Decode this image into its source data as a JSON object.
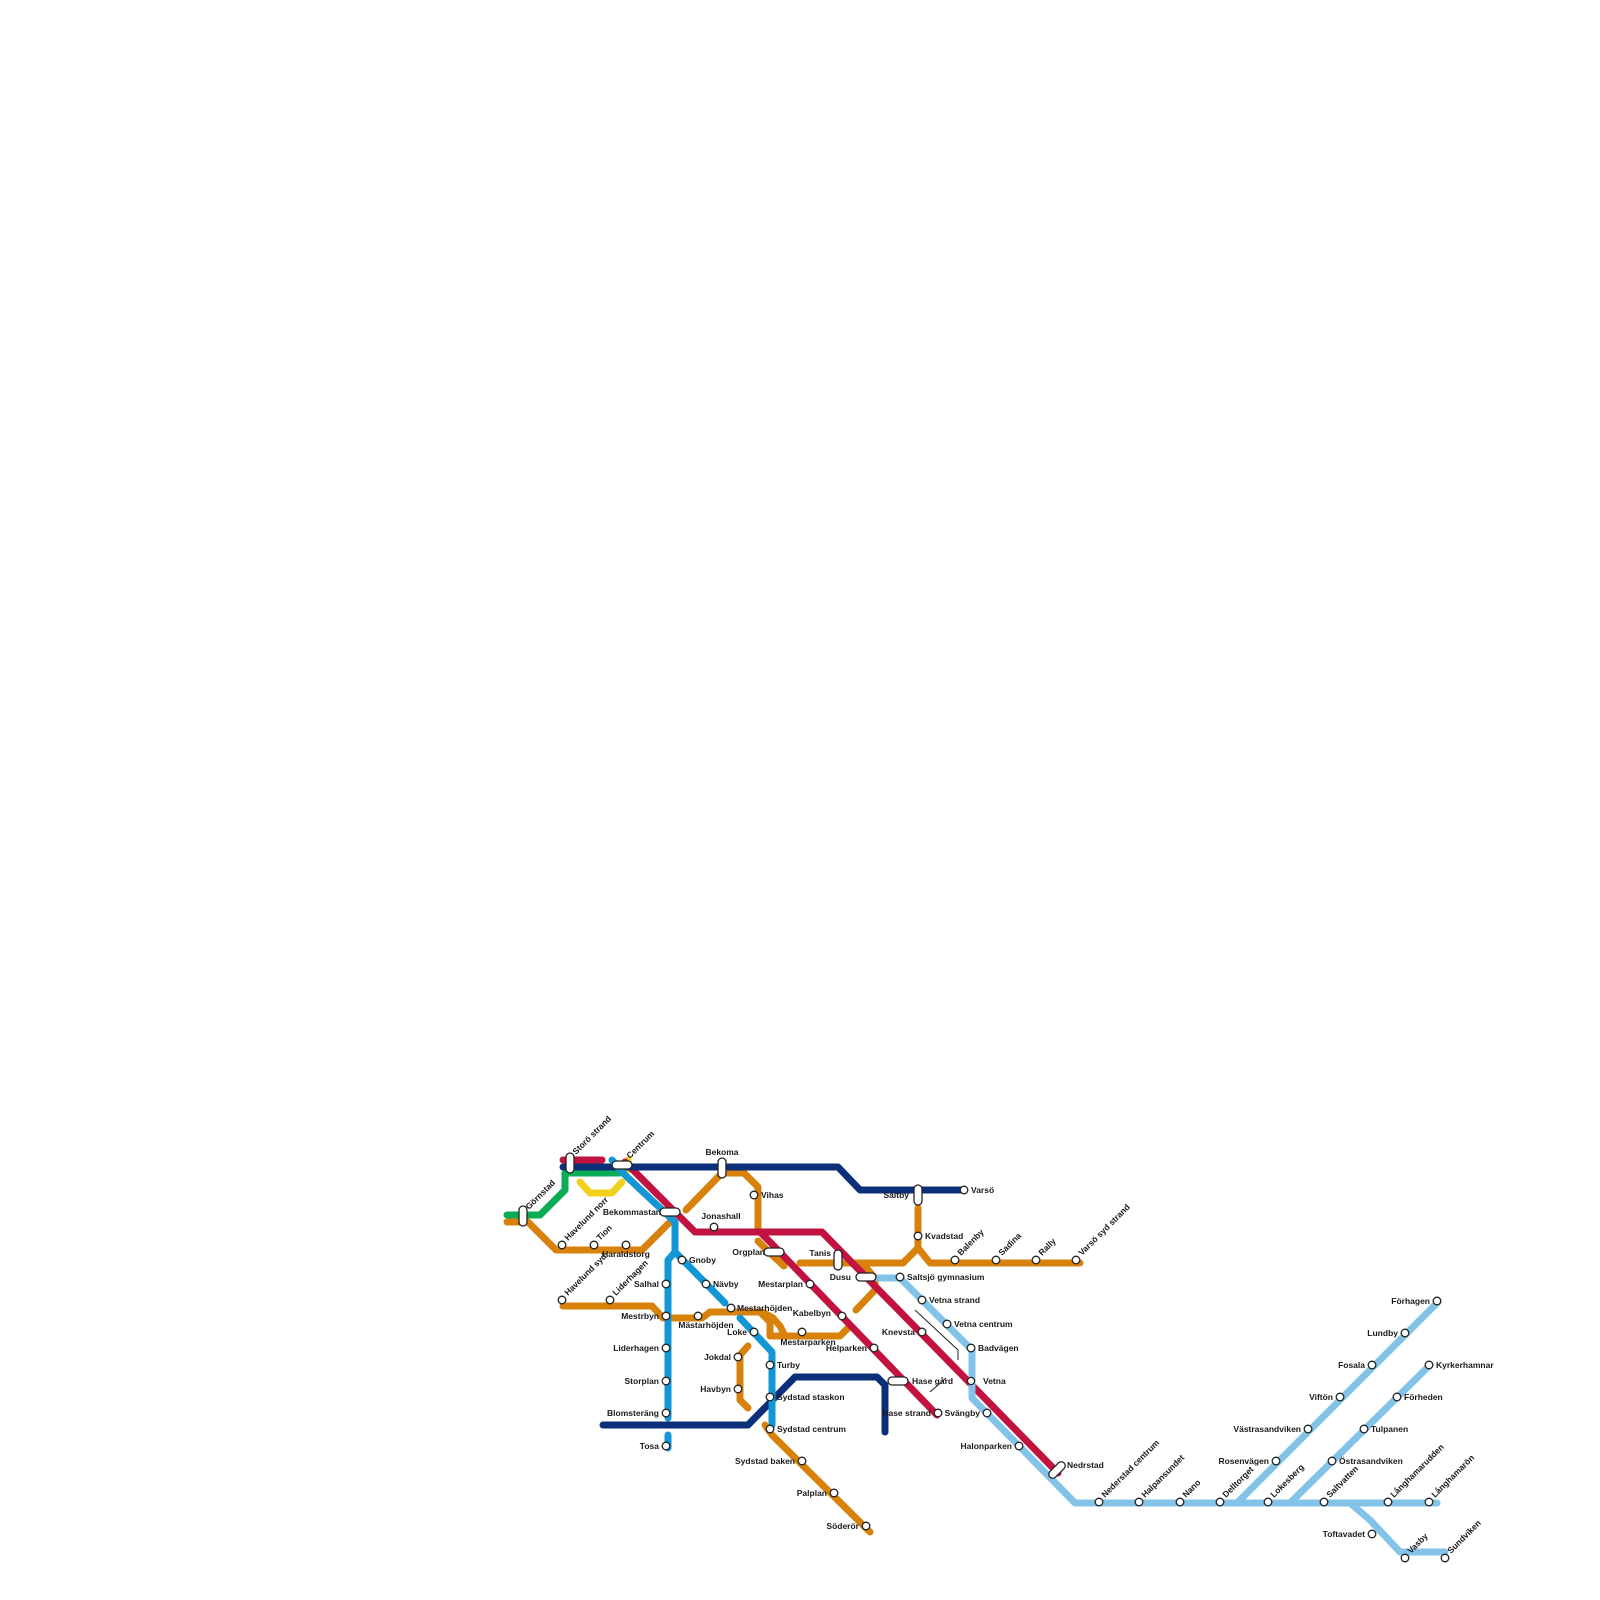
{
  "colors": {
    "orange": "#d8820c",
    "navy": "#0c2f7a",
    "crimson": "#c2123f",
    "blue": "#1396d6",
    "lightblue": "#83c3e8",
    "green": "#0aad55",
    "yellow": "#f0d21c"
  },
  "stations": [
    "Görnstad",
    "Storö strand",
    "Centrum",
    "Havelund norr",
    "Tion",
    "Haraldstorg",
    "Havelund syd",
    "Liderhagen",
    "Bekommastan",
    "Bekoma",
    "Vihas",
    "Jonashall",
    "Gnoby",
    "Salhal",
    "Nävby",
    "Mestrbyn",
    "Mästarhöjden",
    "Mestarhöjden",
    "Liderhagen",
    "Loke",
    "Mestarparken",
    "Jokdal",
    "Turby",
    "Havbyn",
    "Storplan",
    "Blomsteräng",
    "Sydstad staskon",
    "Tosa",
    "Sydstad centrum",
    "Sydstad baken",
    "Palplan",
    "Söderör",
    "Orgplan",
    "Mestarplan",
    "Tanis",
    "Kabelbyn",
    "Helparken",
    "Saltby",
    "Varsö",
    "Kvadstad",
    "Balenby",
    "Sadina",
    "Rally",
    "Varsö syd strand",
    "Dusu",
    "Saltsjö gymnasium",
    "Vetna strand",
    "Vetna centrum",
    "Knevsta",
    "Badvägen",
    "Hase gård",
    "Vetna",
    "Hase strand",
    "Svängby",
    "Halonparken",
    "Nedrstad",
    "Nederstad centrum",
    "Halpansundet",
    "Nano",
    "Delltorget",
    "Lokesberg",
    "Saltvatten",
    "Långhamarudden",
    "Långhamarön",
    "Rosenvägen",
    "Östrasandviken",
    "Västrasandviken",
    "Tulpanen",
    "Viftön",
    "Förheden",
    "Fosala",
    "Kyrkerhamnar",
    "Lundby",
    "Förhagen",
    "Toftavadet",
    "Vasby",
    "Sundviken"
  ]
}
